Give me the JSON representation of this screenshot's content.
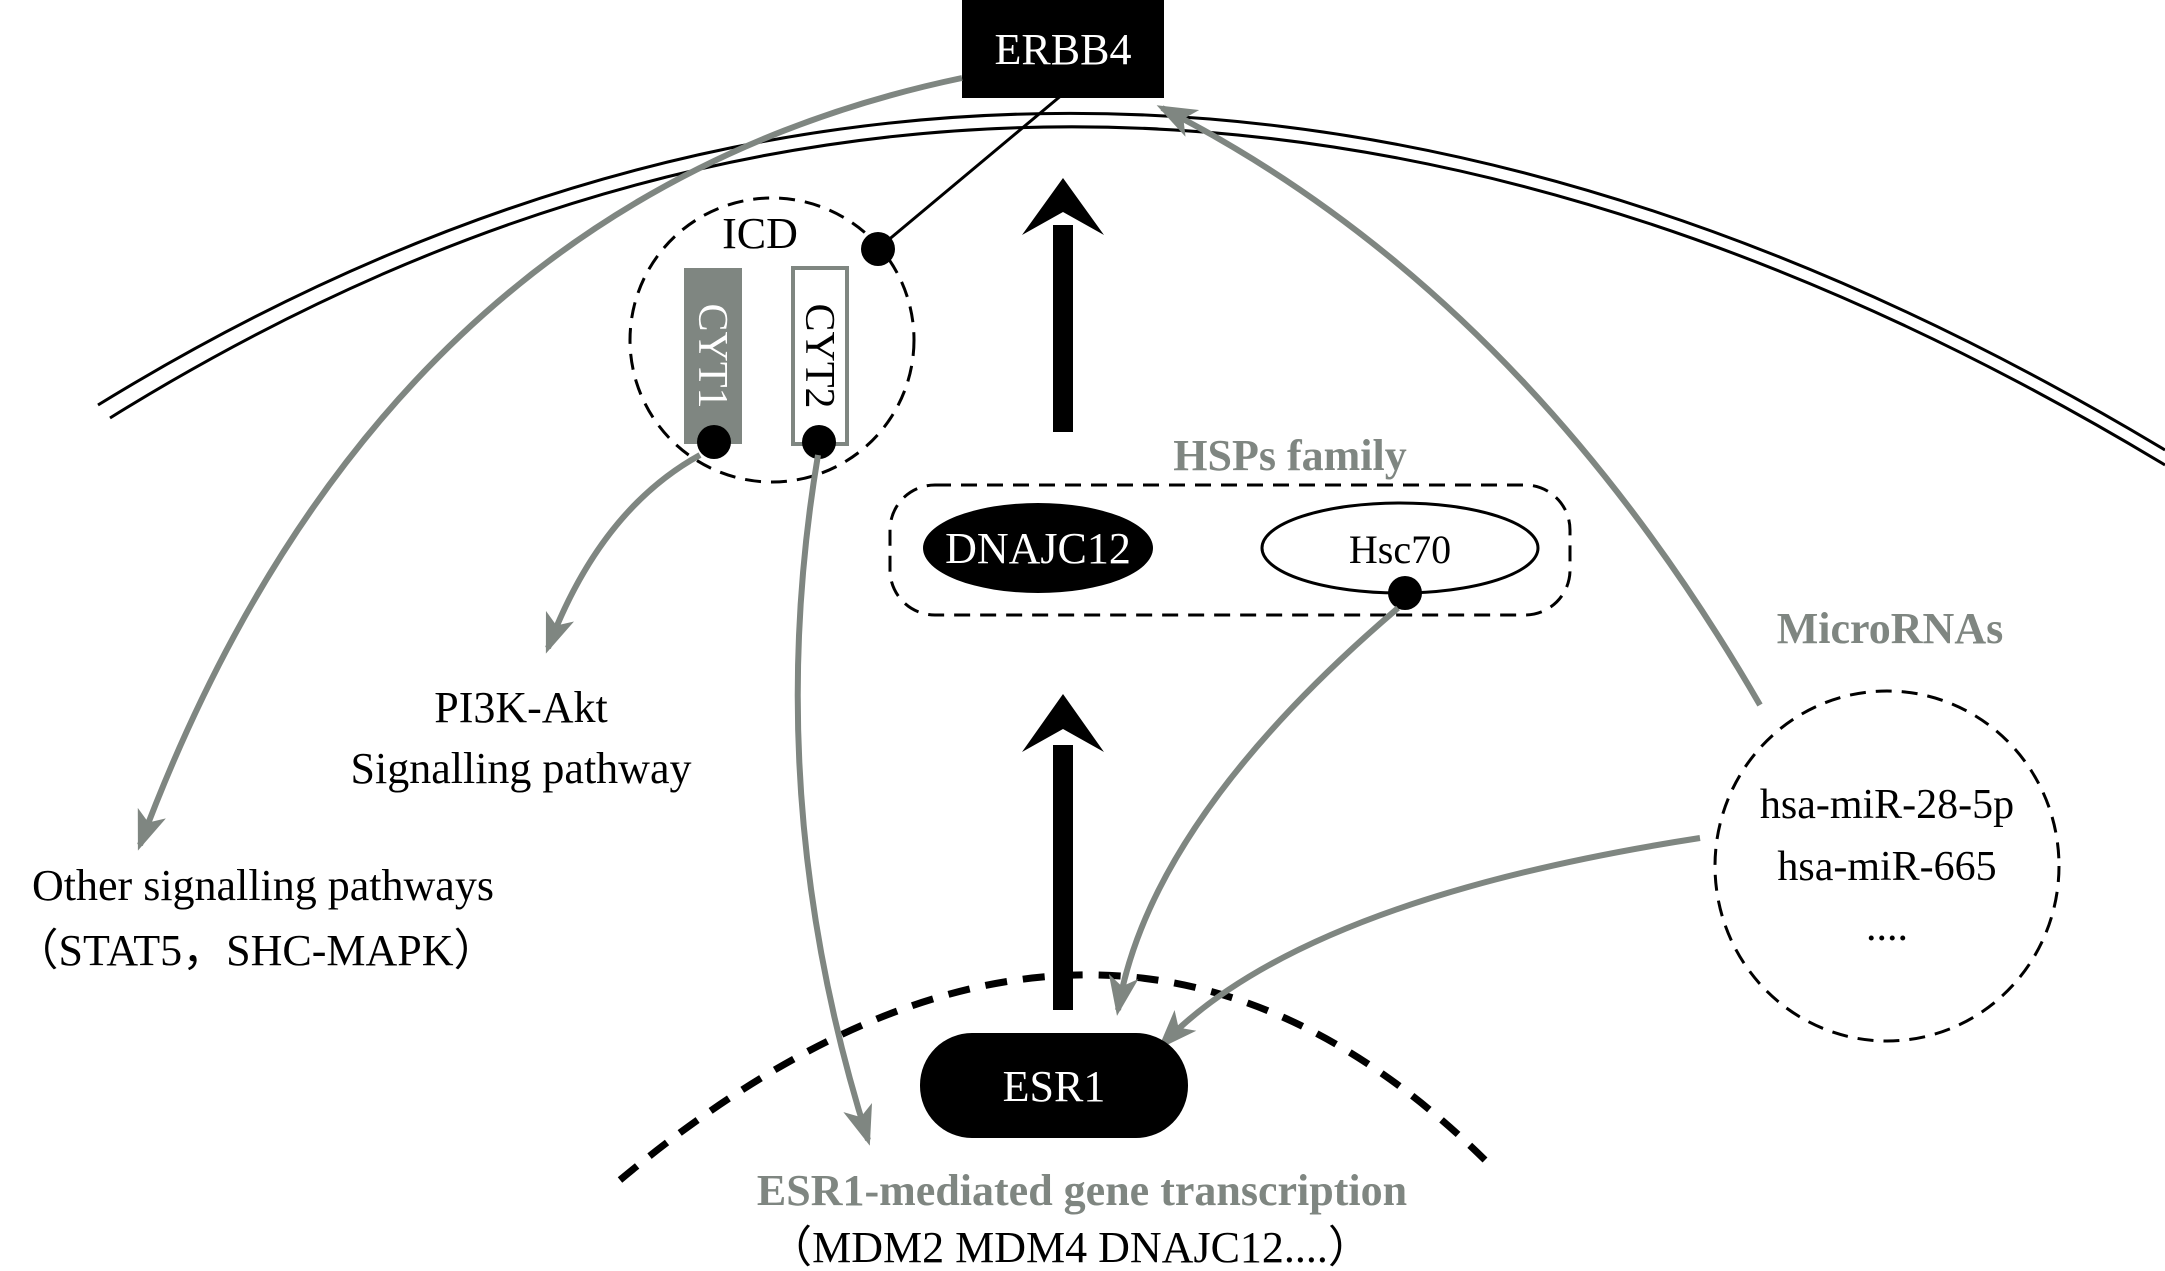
{
  "labels": {
    "erbb4": "ERBB4",
    "icd": "ICD",
    "cyt1": "CYT1",
    "cyt2": "CYT2",
    "hsps_family": "HSPs family",
    "dnajc12": "DNAJC12",
    "hsc70": "Hsc70",
    "pi3k_line1": "PI3K-Akt",
    "pi3k_line2": "Signalling pathway",
    "other_line1": "Other signalling pathways",
    "other_line2": "（STAT5，SHC-MAPK）",
    "micrornas": "MicroRNAs",
    "mir_1": "hsa-miR-28-5p",
    "mir_2": "hsa-miR-665",
    "mir_3": "....",
    "esr1": "ESR1",
    "esr1_transcription": "ESR1-mediated gene transcription",
    "esr1_targets": "（MDM2  MDM4  DNAJC12....）"
  },
  "colors": {
    "ink": "#000000",
    "grey_arrow": "#7f8681",
    "grey_box": "#7f8681",
    "white": "#ffffff"
  }
}
